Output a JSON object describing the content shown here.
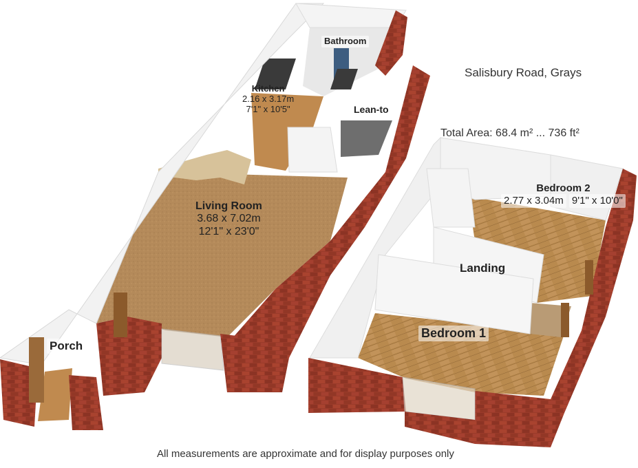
{
  "property": {
    "title": "Salisbury Road, Grays",
    "total_area": "Total Area: 68.4 m² ... 736 ft²",
    "disclaimer": "All measurements are approximate and for display purposes only"
  },
  "rooms": {
    "bathroom": {
      "name": "Bathroom"
    },
    "kitchen": {
      "name": "Kitchen",
      "metric": "2.16 x 3.17m",
      "imperial": "7'1\" x 10'5\""
    },
    "lean_to": {
      "name": "Lean-to"
    },
    "living_room": {
      "name": "Living Room",
      "metric": "3.68 x 7.02m",
      "imperial": "12'1\" x 23'0\""
    },
    "porch": {
      "name": "Porch"
    },
    "bedroom2": {
      "name": "Bedroom 2",
      "metric": "2.77 x 3.04m",
      "imperial": "9'1\" x 10'0\""
    },
    "landing": {
      "name": "Landing"
    },
    "bedroom1": {
      "name": "Bedroom 1"
    }
  },
  "colors": {
    "brick": "#9a3b2a",
    "carpet": "#b48a5a",
    "wood_floor": "#b98a4e",
    "wall_white": "#f2f2f2",
    "kitchen_counter": "#3a3a3a"
  }
}
